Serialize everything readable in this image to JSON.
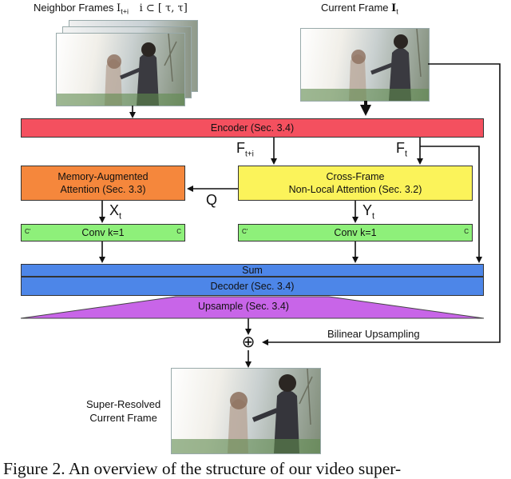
{
  "inputs": {
    "neighbor_label_prefix": "Neighbor Frames ",
    "neighbor_label_symbol": "I",
    "neighbor_label_sub": "t+i",
    "neighbor_label_range": "i ⊂ [ τ, τ]",
    "current_label_prefix": "Current Frame ",
    "current_label_symbol": "I",
    "current_label_sub": "t"
  },
  "blocks": {
    "encoder": "Encoder (Sec. 3.4)",
    "memory_line1": "Memory-Augmented",
    "memory_line2": "Attention (Sec. 3.3)",
    "crossframe_line1": "Cross-Frame",
    "crossframe_line2": "Non-Local Attention (Sec. 3.2)",
    "conv_left": "Conv k=1",
    "conv_right": "Conv k=1",
    "conv_left_corner_l": "C'",
    "conv_left_corner_r": "C",
    "conv_right_corner_l": "C'",
    "conv_right_corner_r": "C",
    "sum": "Sum",
    "decoder": "Decoder (Sec. 3.4)",
    "upsample": "Upsample (Sec. 3.4)"
  },
  "flow_labels": {
    "f_neighbor_symbol": "F",
    "f_neighbor_sub": "t+i",
    "f_current_symbol": "F",
    "f_current_sub": "t",
    "query": "Q",
    "x_symbol": "X",
    "x_sub": "t",
    "y_symbol": "Y",
    "y_sub": "t",
    "bilinear": "Bilinear Upsampling",
    "plus": "⊕"
  },
  "output": {
    "line1": "Super-Resolved",
    "line2": "Current Frame"
  },
  "caption": "Figure 2. An overview of the structure of our video super-",
  "colors": {
    "encoder": "#f4505f",
    "memory": "#f5873c",
    "crossframe": "#fbf35a",
    "conv": "#8ef07a",
    "sum_decoder": "#4d86e8",
    "upsample": "#c865e8"
  }
}
